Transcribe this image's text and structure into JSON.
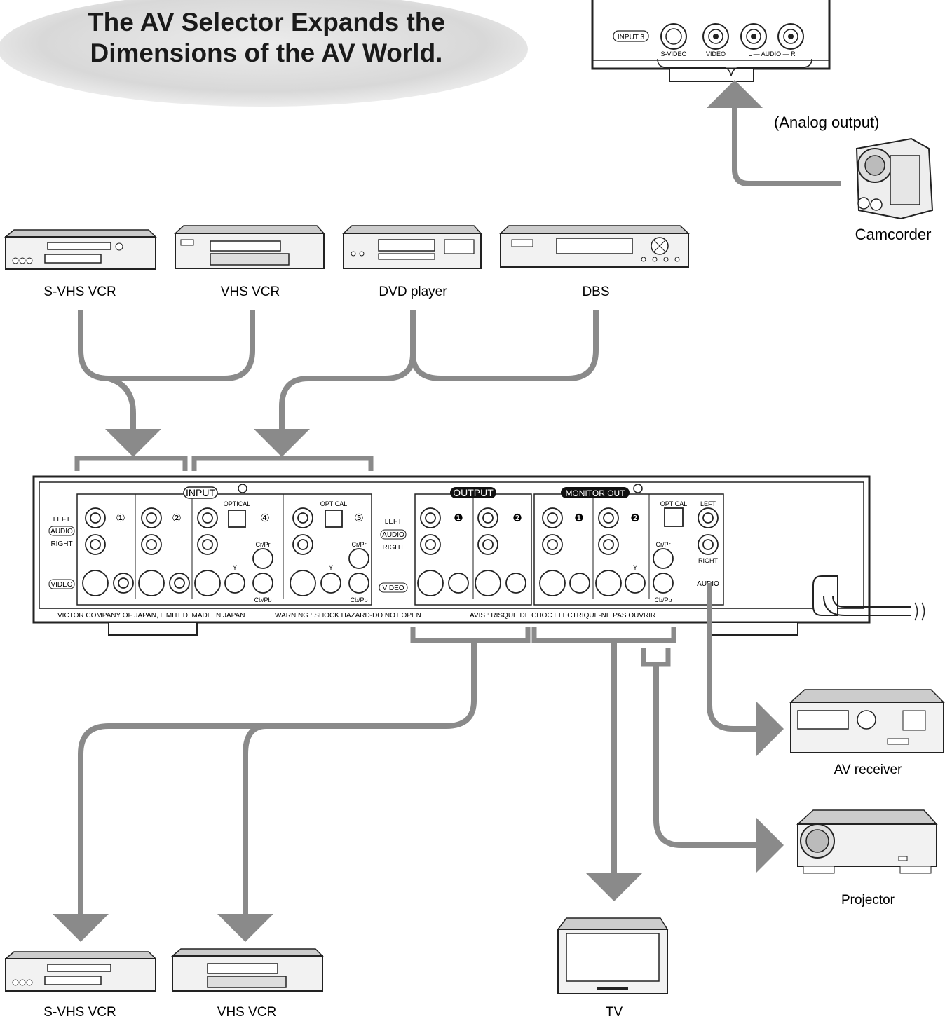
{
  "title": {
    "line1": "The AV Selector Expands the",
    "line2": "Dimensions of the AV World."
  },
  "camcorder_panel": {
    "input_label": "INPUT 3",
    "jacks": [
      "S-VIDEO",
      "VIDEO",
      "L — AUDIO — R"
    ]
  },
  "analog_output_label": "(Analog output)",
  "devices": {
    "camcorder": "Camcorder",
    "svhs_vcr_top": "S-VHS VCR",
    "vhs_vcr_top": "VHS VCR",
    "dvd_player": "DVD player",
    "dbs": "DBS",
    "av_receiver": "AV receiver",
    "projector": "Projector",
    "svhs_vcr_bottom": "S-VHS VCR",
    "vhs_vcr_bottom": "VHS VCR",
    "tv": "TV",
    "brand": "Victor"
  },
  "rear_panel": {
    "input_badge": "INPUT",
    "output_badge": "OUTPUT",
    "monitor_out_badge": "MONITOR OUT",
    "left": "LEFT",
    "audio": "AUDIO",
    "right": "RIGHT",
    "video": "VIDEO",
    "optical": "OPTICAL",
    "cr_pr": "Cr/Pr",
    "cb_pb": "Cb/Pb",
    "y": "Y",
    "input_numbers": [
      "①",
      "②",
      "④",
      "⑤"
    ],
    "output_numbers": [
      "❶",
      "❷"
    ],
    "monitor_numbers": [
      "❶",
      "❷"
    ],
    "footer_maker": "VICTOR COMPANY OF JAPAN, LIMITED.  MADE IN JAPAN",
    "footer_warning": "WARNING : SHOCK HAZARD-DO NOT OPEN",
    "footer_avis": "AVIS : RISQUE DE CHOC ELECTRIQUE-NE PAS OUVRIR"
  },
  "colors": {
    "cable": "#8a8a8a",
    "line": "#222222",
    "bubble": "#d6d6d6"
  }
}
